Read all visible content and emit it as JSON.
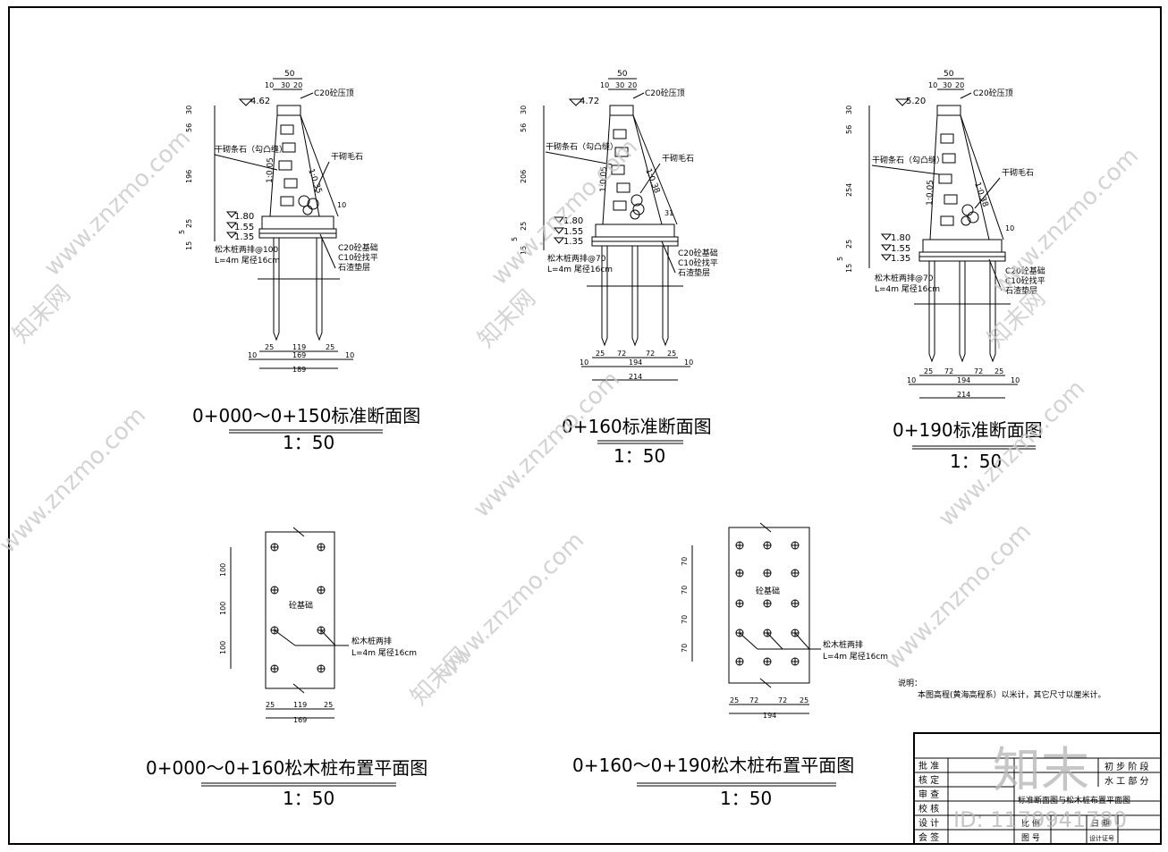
{
  "sections": [
    {
      "title": "0+000～0+150标准断面图",
      "scale": "1：50",
      "elev_top": "4.62",
      "levels": [
        "1.80",
        "1.55",
        "1.35"
      ],
      "top_dims": [
        "50",
        "10",
        "30",
        "20"
      ],
      "left_dims": [
        "30",
        "56",
        "196",
        "25",
        "5",
        "15"
      ],
      "slope_left": "1:0.05",
      "slope_right": "1:0.35",
      "callout_top": "C20砼压顶",
      "callout_left": "干砌条石（勾凸缝）",
      "callout_right": "干砌毛石",
      "callout_base": [
        "C20砼基础",
        "C10砼找平",
        "石渣垫层"
      ],
      "pile_note": [
        "松木桩两排@100",
        "L=4m 尾径16cm"
      ],
      "bottom_dims": [
        "25",
        "119",
        "25",
        "10",
        "169",
        "10",
        "189"
      ],
      "side_dim": "10"
    },
    {
      "title": "0+160标准断面图",
      "scale": "1：50",
      "elev_top": "4.72",
      "levels": [
        "1.80",
        "1.55",
        "1.35"
      ],
      "top_dims": [
        "50",
        "10",
        "30",
        "20"
      ],
      "left_dims": [
        "30",
        "56",
        "206",
        "25",
        "5",
        "15"
      ],
      "slope_left": "1:0.05",
      "slope_right": "1:0.38",
      "callout_top": "C20砼压顶",
      "callout_left": "干砌条石（勾凸缝）",
      "callout_right": "干砌毛石",
      "callout_base": [
        "C20砼基础",
        "C10砼找平",
        "石渣垫层"
      ],
      "pile_note": [
        "松木桩两排@70",
        "L=4m 尾径16cm"
      ],
      "bottom_dims": [
        "25",
        "72",
        "72",
        "25",
        "10",
        "194",
        "10",
        "214"
      ],
      "side_dim": "31"
    },
    {
      "title": "0+190标准断面图",
      "scale": "1：50",
      "elev_top": "5.20",
      "levels": [
        "1.80",
        "1.55",
        "1.35"
      ],
      "top_dims": [
        "50",
        "10",
        "30",
        "20"
      ],
      "left_dims": [
        "30",
        "56",
        "254",
        "25",
        "5",
        "15"
      ],
      "slope_left": "1:0.05",
      "slope_right": "1:0.38",
      "callout_top": "C20砼压顶",
      "callout_left": "干砌条石（勾凸缝）",
      "callout_right": "干砌毛石",
      "callout_base": [
        "C20砼基础",
        "C10砼找平",
        "石渣垫层"
      ],
      "pile_note": [
        "松木桩两排@70",
        "L=4m 尾径16cm"
      ],
      "bottom_dims": [
        "25",
        "72",
        "72",
        "25",
        "10",
        "194",
        "10",
        "214"
      ],
      "side_dim": "10"
    }
  ],
  "plans": [
    {
      "title": "0+000～0+160松木桩布置平面图",
      "scale": "1：50",
      "label": "砼基础",
      "pile_note": [
        "松木桩两排",
        "L=4m 尾径16cm"
      ],
      "left_dims": [
        "100",
        "100",
        "100"
      ],
      "bottom_dims": [
        "25",
        "119",
        "25",
        "169"
      ]
    },
    {
      "title": "0+160～0+190松木桩布置平面图",
      "scale": "1：50",
      "label": "砼基础",
      "pile_note": [
        "松木桩两排",
        "L=4m 尾径16cm"
      ],
      "left_dims": [
        "70",
        "70",
        "70",
        "70"
      ],
      "bottom_dims": [
        "25",
        "72",
        "72",
        "25",
        "194"
      ]
    }
  ],
  "notes": {
    "heading": "说明：",
    "text": "本图高程(黄海高程系）以米计，其它尺寸以厘米计。"
  },
  "title_block": {
    "roles": [
      "批 准",
      "核 定",
      "审 查",
      "校 核",
      "设 计",
      "会 签"
    ],
    "stage": "初 步 阶 段",
    "part": "水 工 部 分",
    "drawing_title": "标准断面图与松木桩布置平面图",
    "scale_label": "比 例",
    "date_label": "日 期",
    "drawing_no_label": "图 号",
    "cert_label": "设计证号"
  },
  "watermarks": {
    "site": "www.znzmo.com",
    "brand": "知末网",
    "logo": "知末",
    "id": "ID: 1179941780"
  }
}
